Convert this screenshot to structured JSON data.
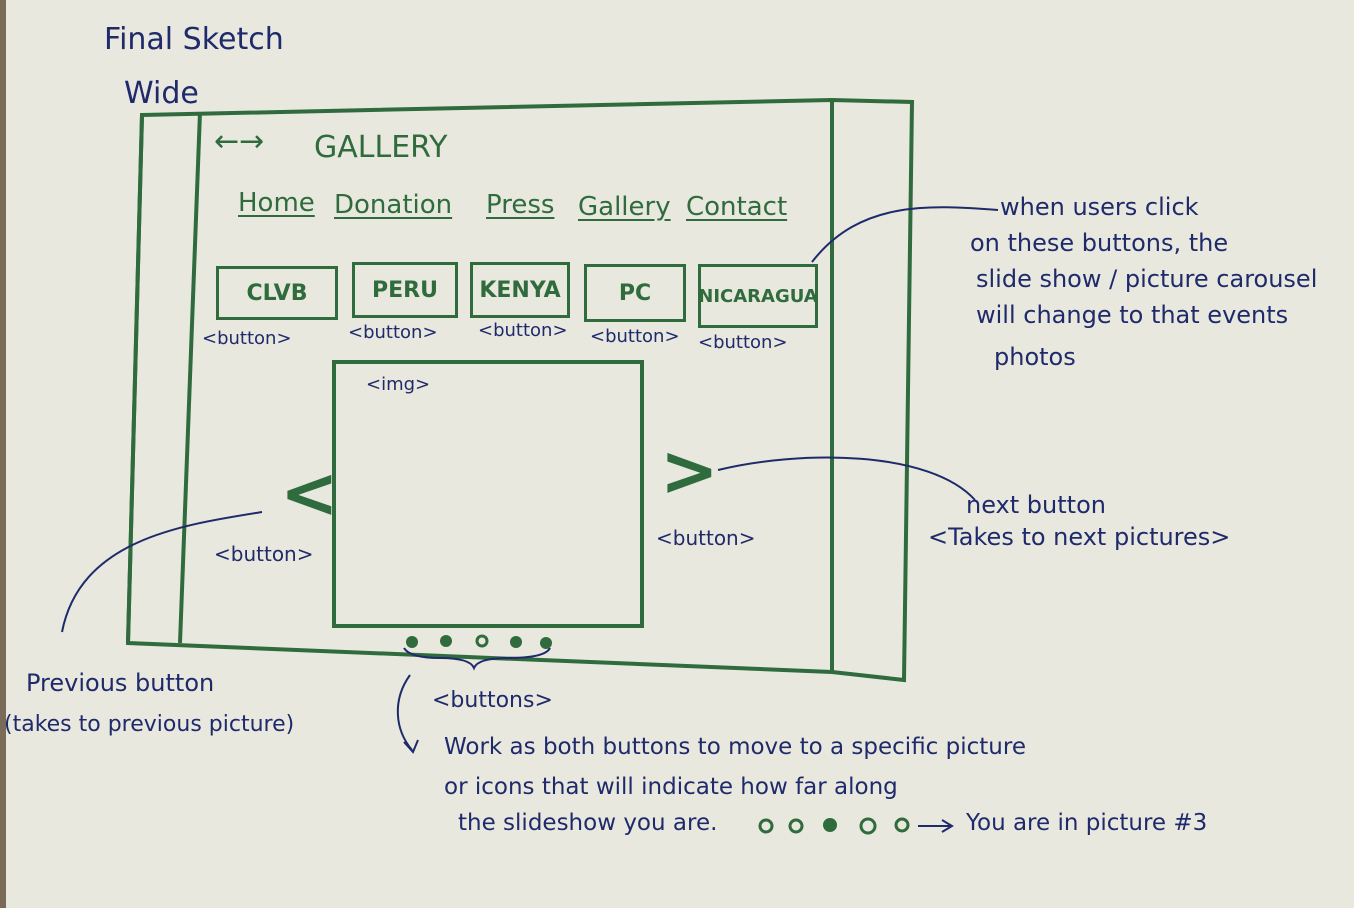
{
  "header": {
    "title": "Final Sketch",
    "subtitle": "Wide"
  },
  "page": {
    "arrows": "←→",
    "title": "GALLERY",
    "nav": [
      "Home",
      "Donation",
      "Press",
      "Gallery",
      "Contact"
    ],
    "event_buttons": [
      "CLVB",
      "PERU",
      "KENYA",
      "PC",
      "NICARAGUA"
    ],
    "button_tag": "<button>",
    "img_tag": "<img>",
    "prev_glyph": "<",
    "next_glyph": ">",
    "dots": 5
  },
  "annotations": {
    "events_note": [
      "when users click",
      "on these buttons, the",
      "slide show / picture carousel",
      "will change to that events",
      "photos"
    ],
    "next_note": [
      "next button",
      "<Takes to next pictures>"
    ],
    "prev_note": [
      "Previous button",
      "(takes to previous picture)"
    ],
    "dots_tag": "<buttons>",
    "dots_note": [
      "Work as both buttons to move to a specific picture",
      "or icons that will indicate how far along",
      "the slideshow you are."
    ],
    "dots_example": "You are in picture #3",
    "example_active_index": 3
  },
  "colors": {
    "marker_green": "#2f6b3c",
    "ink_blue": "#1f2a6b",
    "paper": "#e8e8de"
  }
}
